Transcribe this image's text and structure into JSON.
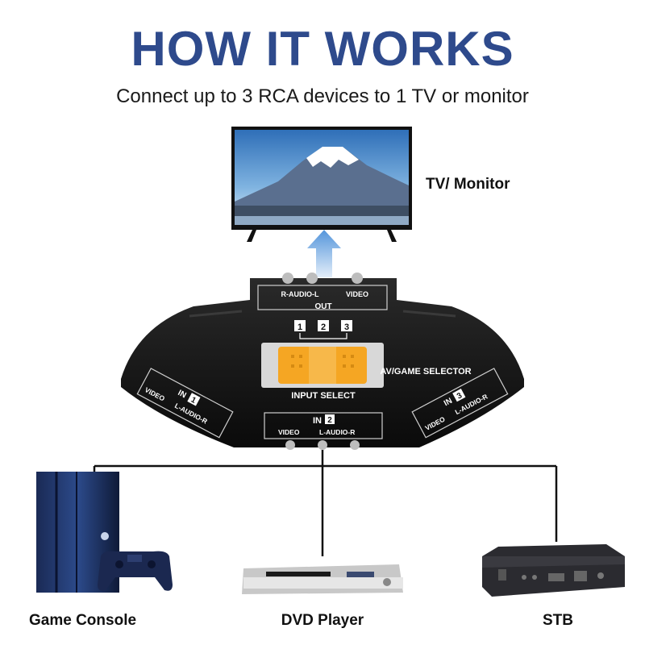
{
  "header": {
    "title": "HOW IT WORKS",
    "subtitle": "Connect up to 3 RCA devices to 1 TV or monitor"
  },
  "tv": {
    "label": "TV/ Monitor"
  },
  "switch": {
    "out_audio": "R-AUDIO-L",
    "out_video": "VIDEO",
    "out_label": "OUT",
    "positions": [
      "1",
      "2",
      "3"
    ],
    "brand_label": "AV/GAME SELECTOR",
    "input_select": "INPUT SELECT",
    "in1": {
      "prefix": "IN",
      "number": "1",
      "video": "VIDEO",
      "audio": "L-AUDIO-R"
    },
    "in2": {
      "prefix": "IN",
      "number": "2",
      "video": "VIDEO",
      "audio": "L-AUDIO-R"
    },
    "in3": {
      "prefix": "IN",
      "number": "3",
      "video": "VIDEO",
      "audio": "L-AUDIO-R"
    }
  },
  "devices": {
    "game_console": "Game Console",
    "dvd_player": "DVD Player",
    "stb": "STB"
  },
  "colors": {
    "title": "#2e4a8c",
    "switch_body": "#141414",
    "slider": "#f5a623",
    "arrow": "#4a8fd9",
    "line": "#111111"
  }
}
